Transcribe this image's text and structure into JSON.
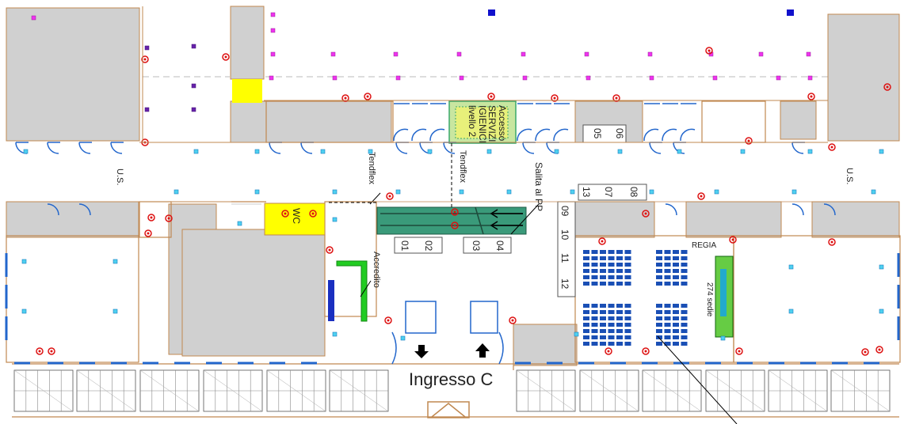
{
  "entrance_label": "Ingresso C",
  "services_label": "Accesso SERVIZI IGIENICI livello 2",
  "wc_label": "WC",
  "us_label": "U.S.",
  "tendflex_label": "Tendflex",
  "stairs_label": "Salita al PP",
  "accredito_label": "Accredito",
  "regia_label": "REGIA",
  "seats_label": "274 sedie",
  "rooms": {
    "r01": "01",
    "r02": "02",
    "r03": "03",
    "r04": "04",
    "r05": "05",
    "r06": "06",
    "r07": "07",
    "r08": "08",
    "r09": "09",
    "r10": "10",
    "r11": "11",
    "r12": "12",
    "r13": "13"
  },
  "colors": {
    "wall": "#d0d0d0",
    "door": "#2266cc",
    "yellow": "#ffff00",
    "green_stage": "#2e8b6a",
    "accredito_green": "#22cc22",
    "seat_blue": "#1a4fb5"
  }
}
